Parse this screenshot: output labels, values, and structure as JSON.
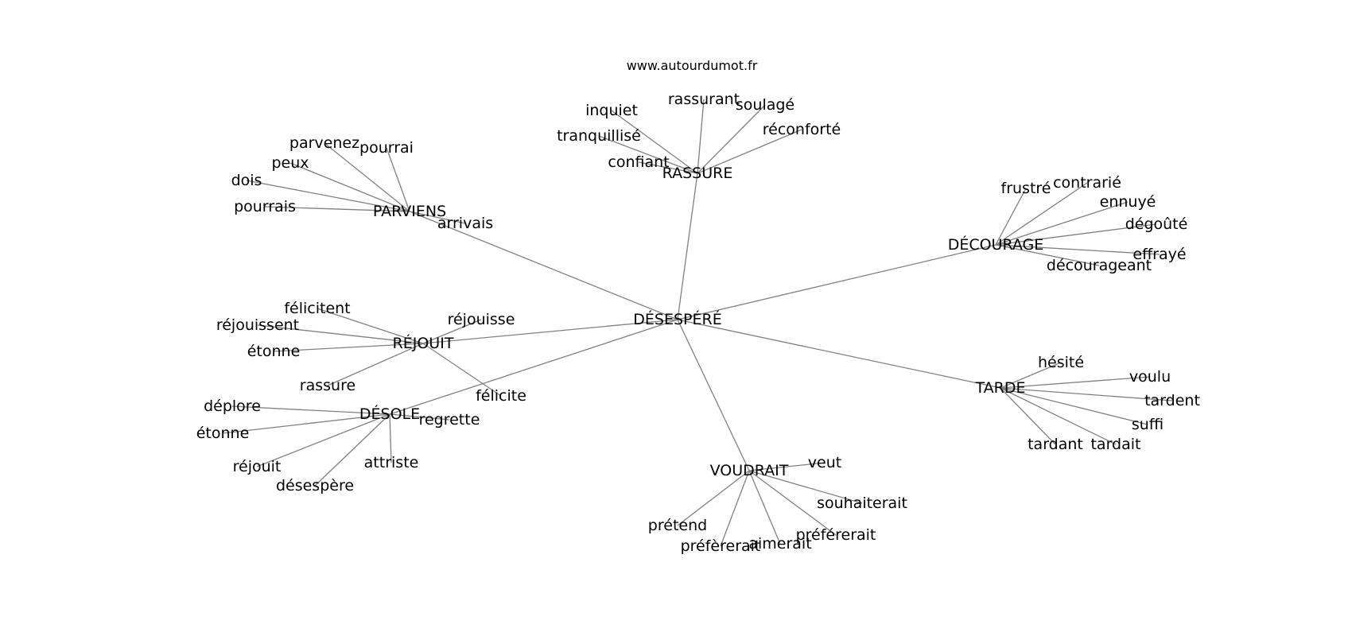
{
  "header": {
    "site": "www.autourdumot.fr"
  },
  "graph": {
    "center": "DÉSESPÉRÉ",
    "clusters": [
      {
        "hub": "PARVIENS",
        "leaves": [
          "parvenez",
          "pourrai",
          "peux",
          "dois",
          "pourrais",
          "arrivais"
        ]
      },
      {
        "hub": "RASSURE",
        "leaves": [
          "inquiet",
          "rassurant",
          "soulagé",
          "tranquillisé",
          "réconforté",
          "confiant"
        ]
      },
      {
        "hub": "DÉCOURAGE",
        "leaves": [
          "frustré",
          "contrarié",
          "ennuyé",
          "dégoûté",
          "effrayé",
          "décourageant"
        ]
      },
      {
        "hub": "RÉJOUIT",
        "leaves": [
          "félicitent",
          "réjouissent",
          "réjouisse",
          "étonne",
          "rassure",
          "félicite"
        ]
      },
      {
        "hub": "DÉSOLE",
        "leaves": [
          "déplore",
          "étonne",
          "regrette",
          "réjouit",
          "attriste",
          "désespère"
        ]
      },
      {
        "hub": "TARDE",
        "leaves": [
          "hésité",
          "voulu",
          "tardent",
          "suffi",
          "tardant",
          "tardait"
        ]
      },
      {
        "hub": "VOUDRAIT",
        "leaves": [
          "veut",
          "souhaiterait",
          "prétend",
          "préférerait",
          "préfèrerait",
          "aimerait"
        ]
      }
    ]
  }
}
